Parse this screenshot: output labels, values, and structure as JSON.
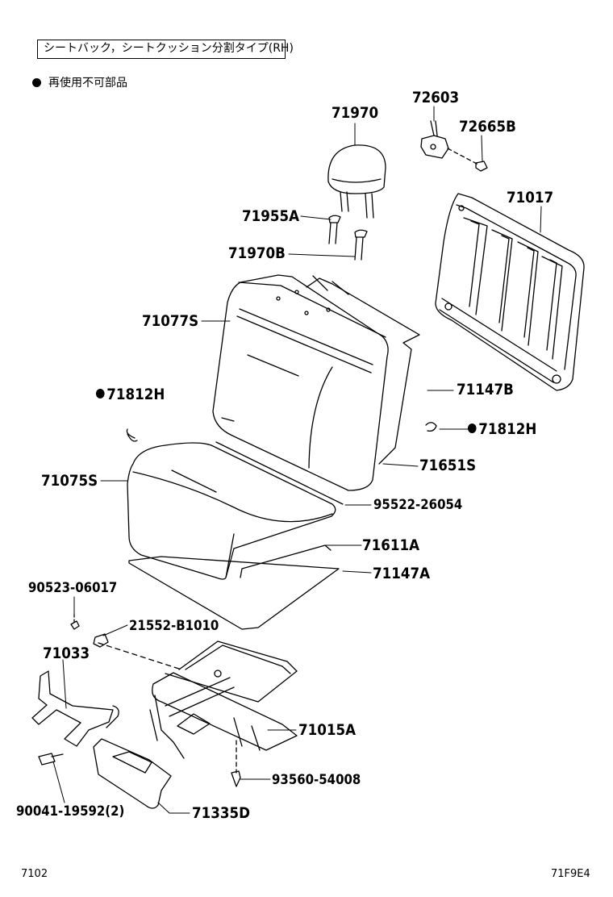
{
  "header": {
    "title": "シートバック，シートクッション分割タイプ(RH)",
    "legend": "再使用不可部品"
  },
  "labels": {
    "p71970": "71970",
    "p72603": "72603",
    "p72665B": "72665B",
    "p71017": "71017",
    "p71955A": "71955A",
    "p71970B": "71970B",
    "p71077S": "71077S",
    "p71812H_left": "71812H",
    "p71147B": "71147B",
    "p71812H_right": "71812H",
    "p71651S": "71651S",
    "p71075S": "71075S",
    "p95522": "95522-26054",
    "p71611A": "71611A",
    "p71147A": "71147A",
    "p90523": "90523-06017",
    "p21552": "21552-B1010",
    "p71033": "71033",
    "p71015A": "71015A",
    "p93560": "93560-54008",
    "p90041": "90041-19592(2)",
    "p71335D": "71335D"
  },
  "footer": {
    "left_code": "7102",
    "right_code": "71F9E4"
  }
}
